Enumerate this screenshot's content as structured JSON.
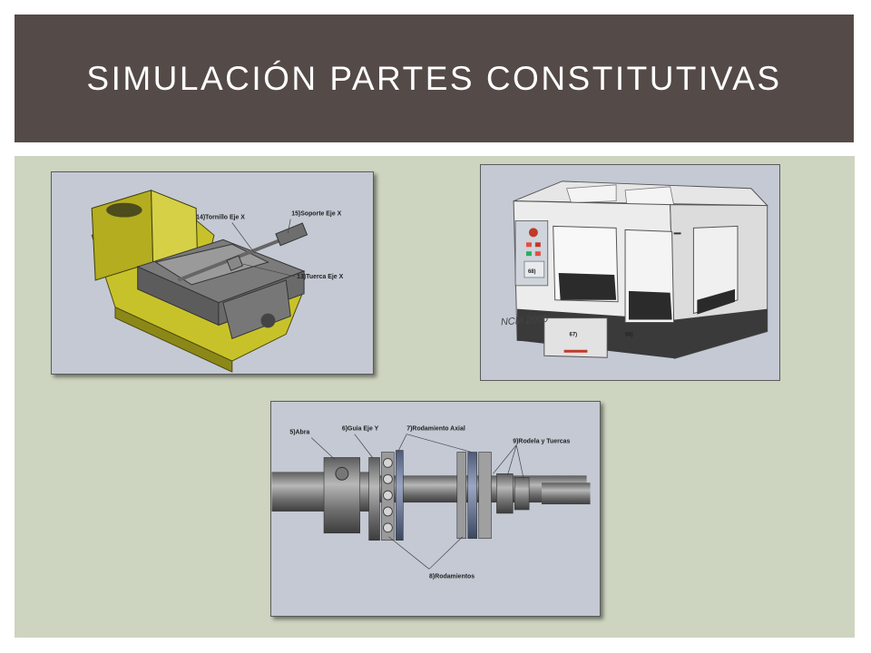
{
  "slide": {
    "title": "SIMULACIÓN PARTES CONSTITUTIVAS"
  },
  "figure_vise": {
    "label_tornillo": "14)Tornillo Eje X",
    "label_soporte": "15)Soporte Eje X",
    "label_tuerca": "13)Tuerca Eje X"
  },
  "figure_machine": {
    "brand": "NCM 2000",
    "label_68": "68)",
    "label_67": "67)",
    "label_66": "66)"
  },
  "figure_shaft": {
    "label_abra": "5)Abra",
    "label_guia": "6)Guia Eje Y",
    "label_rodamiento_axial": "7)Rodamiento Axial",
    "label_rodela": "9)Rodela  y Tuercas",
    "label_rodamientos": "8)Rodamientos"
  },
  "colors": {
    "title_bar": "#544a47",
    "content_bg": "#cdd4bf",
    "figure_bg": "#c4c9d4",
    "vise_yellow": "#c8c22a"
  }
}
